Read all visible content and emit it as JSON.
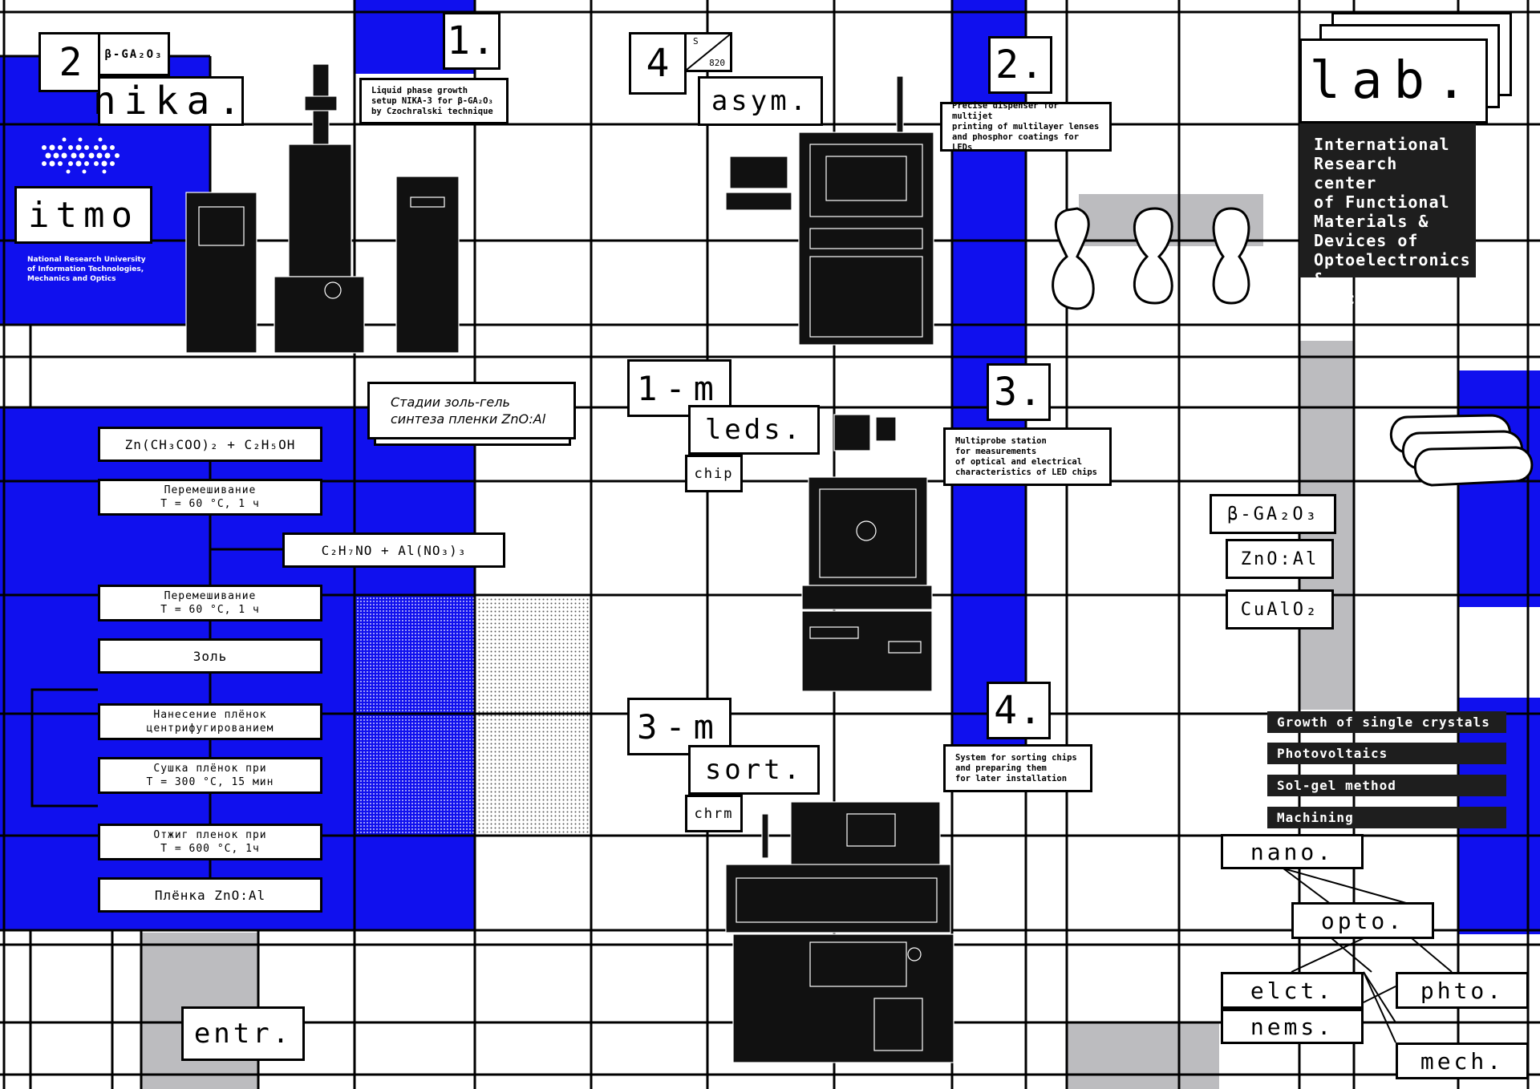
{
  "colors": {
    "blue": "#1010ee",
    "gray": "#bcbcbf",
    "dark": "#1e1e1e",
    "line": "#000000",
    "bg": "#ffffff"
  },
  "header": {
    "num2": "2",
    "ga2o3_small": "β-GA₂O₃",
    "nika": "nika.",
    "itmo": "itmo",
    "itmo_sub": [
      "National Research University",
      "of Information Technologies,",
      "Mechanics and Optics"
    ],
    "num1": "1.",
    "nika_desc": [
      "Liquid phase growth",
      "setup NIKA-3 for β-GA₂O₃",
      "by Czochralski technique"
    ],
    "num4": "4",
    "s_label": "S",
    "s_number": "820",
    "asym": "asym.",
    "num2b": "2.",
    "asym_desc": [
      "Precise dispenser for multijet",
      "printing of multilayer lenses",
      "and phosphor coatings for LEDs"
    ],
    "lab": "lab.",
    "lab_panel": [
      "International",
      "Research center",
      "of Functional",
      "Materials &",
      "Devices of",
      "Optoelectronics &",
      "Electronics"
    ]
  },
  "process": {
    "title_ru": [
      "Стадии золь-гель",
      "синтеза пленки ZnO:Al"
    ],
    "step1": "Zn(CH₃COO)₂ + C₂H₅OH",
    "step2": [
      "Перемешивание",
      "T = 60 °C, 1 ч"
    ],
    "step3": "C₂H₇NO + Al(NO₃)₃",
    "step4": [
      "Перемешивание",
      "T = 60 °C, 1 ч"
    ],
    "step5": "Золь",
    "step6": [
      "Нанесение плёнок",
      "центрифугированием"
    ],
    "step7": [
      "Сушка плёнок при",
      "T = 300 °C, 15 мин"
    ],
    "step8": [
      "Отжиг пленок при",
      "T = 600 °C, 1ч"
    ],
    "step9": "Плёнка ZnO:Al"
  },
  "middle": {
    "onem": "1-m",
    "leds": "leds.",
    "chip": "chip",
    "num3": "3.",
    "leds_desc": [
      "Multiprobe station",
      "for measurements",
      "of optical and electrical",
      "characteristics of LED chips"
    ],
    "threem": "3-m",
    "sort": "sort.",
    "chrm": "chrm",
    "num4b": "4.",
    "sort_desc": [
      "System for sorting chips",
      "and preparing them",
      "for later installation"
    ],
    "entr": "entr."
  },
  "right": {
    "materials": [
      "β-GA₂O₃",
      "ZnO:Al",
      "CuAlO₂"
    ],
    "tags": [
      "Growth of single crystals",
      "Photovoltaics",
      "Sol-gel method",
      "Machining"
    ],
    "tree": {
      "nano": "nano.",
      "opto": "opto.",
      "elct": "elct.",
      "phto": "phto.",
      "nems": "nems.",
      "mech": "mech."
    }
  }
}
